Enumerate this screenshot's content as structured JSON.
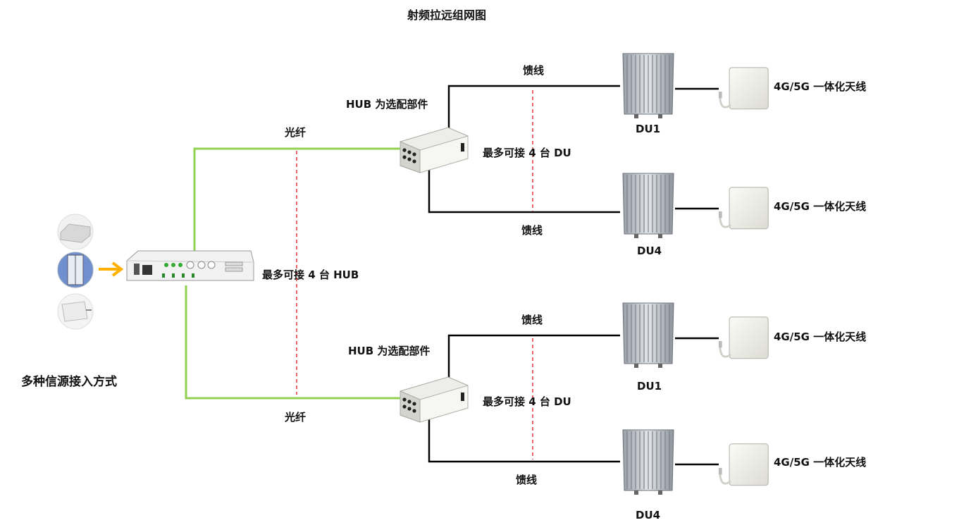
{
  "title": "射频拉远组网图",
  "source_label": "多种信源接入方式",
  "fiber_label": "光纤",
  "feeder_label": "馈线",
  "hub_optional_label": "HUB 为选配部件",
  "max_hub_label": "最多可接 4 台 HUB",
  "max_du_label": "最多可接 4 台 DU",
  "antenna_label": "4G/5G 一体化天线",
  "du_first": "DU1",
  "du_last": "DU4",
  "colors": {
    "fiber": "#92d050",
    "feeder": "#000000",
    "divider": "#e0202a",
    "arrow": "#ffb000"
  },
  "icons": [
    "ceiling-antenna-icon",
    "tower-icon",
    "panel-antenna-icon",
    "main-unit-icon",
    "hub-box-icon",
    "du-unit-icon",
    "antenna-panel-icon"
  ]
}
